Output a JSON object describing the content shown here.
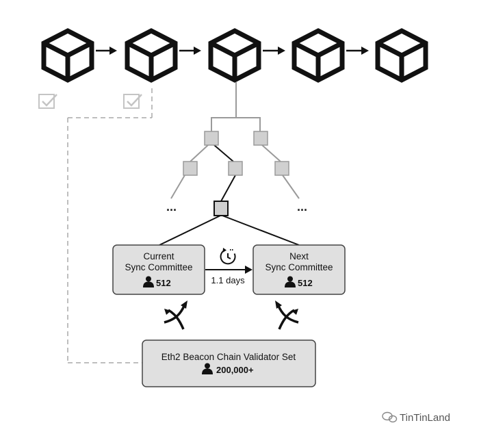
{
  "committees": {
    "current": {
      "line1": "Current",
      "line2": "Sync Committee",
      "count": "512"
    },
    "next": {
      "line1": "Next",
      "line2": "Sync Committee",
      "count": "512"
    },
    "rotation_label": "1.1 days"
  },
  "validator_set": {
    "title": "Eth2 Beacon Chain Validator Set",
    "count": "200,000+"
  },
  "tree": {
    "ellipsis_left": "...",
    "ellipsis_right": "..."
  },
  "watermark": "TinTinLand",
  "icons": {
    "block": "cube-icon",
    "checked": "checkbox-check-icon",
    "person": "user-icon",
    "timer": "clock-rotate-icon",
    "shuffle": "crossing-arrows-icon"
  },
  "colors": {
    "box_fill": "#e0e0e0",
    "box_stroke": "#444444",
    "tree_gray": "#9a9a9a",
    "node_fill": "#d0d0d0",
    "dashed": "#a8a8a8"
  }
}
